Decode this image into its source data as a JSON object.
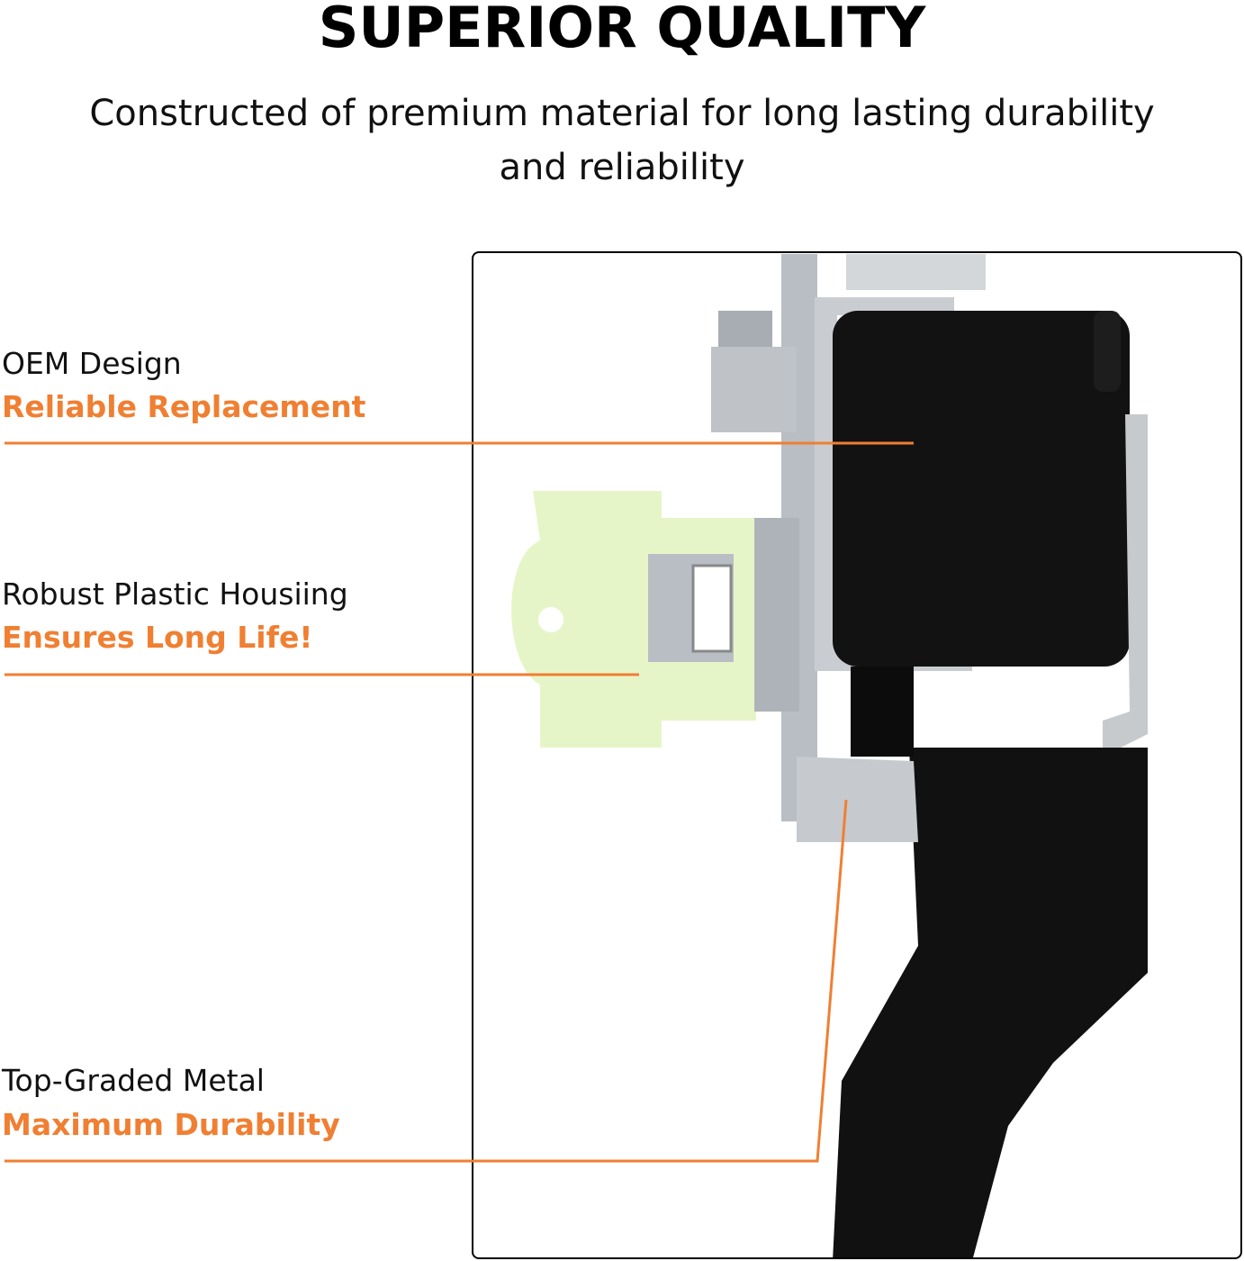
{
  "header": {
    "title": "SUPERIOR QUALITY",
    "subtitle": "Constructed of premium material for long lasting durability and reliability"
  },
  "features": [
    {
      "label": "OEM Design",
      "highlight": "Reliable Replacement"
    },
    {
      "label": "Robust Plastic Housiing",
      "highlight": "Ensures Long Life!"
    },
    {
      "label": "Top-Graded Metal",
      "highlight": "Maximum Durability"
    }
  ],
  "colors": {
    "accent": "#f07f32",
    "housing": "#111111",
    "plastic": "#e6f5c8",
    "metal": "#c9ccd0"
  }
}
